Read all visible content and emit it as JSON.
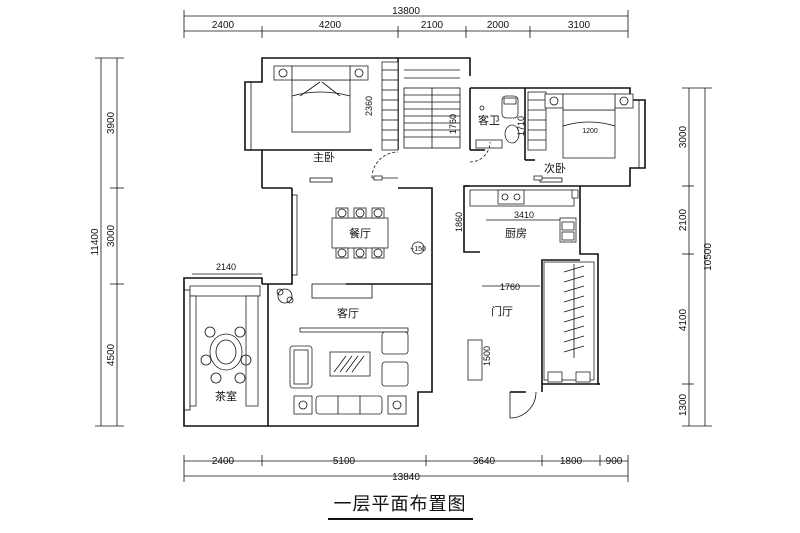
{
  "title": "一层平面布置图",
  "rooms": {
    "master_bedroom": "主卧",
    "guest_bath": "客卫",
    "second_bedroom": "次卧",
    "dining": "餐厅",
    "kitchen": "厨房",
    "living": "客厅",
    "entry": "门厅",
    "tea_room": "茶室"
  },
  "dims": {
    "top_total": "13800",
    "top": [
      "2400",
      "4200",
      "2100",
      "2000",
      "3100"
    ],
    "bottom_total": "13840",
    "bottom": [
      "2400",
      "5100",
      "3640",
      "1800",
      "900"
    ],
    "left_total": "11400",
    "left": [
      "3900",
      "3000",
      "4500"
    ],
    "right_total": "10500",
    "right": [
      "3000",
      "2100",
      "4100",
      "1300"
    ],
    "inner": {
      "d2360": "2360",
      "d1760a": "1760",
      "d1710": "1710",
      "d1200": "1200",
      "d3410": "3410",
      "d1860": "1860",
      "d2140": "2140",
      "d1760b": "1760",
      "d1500": "1500",
      "d150": "+150"
    }
  }
}
